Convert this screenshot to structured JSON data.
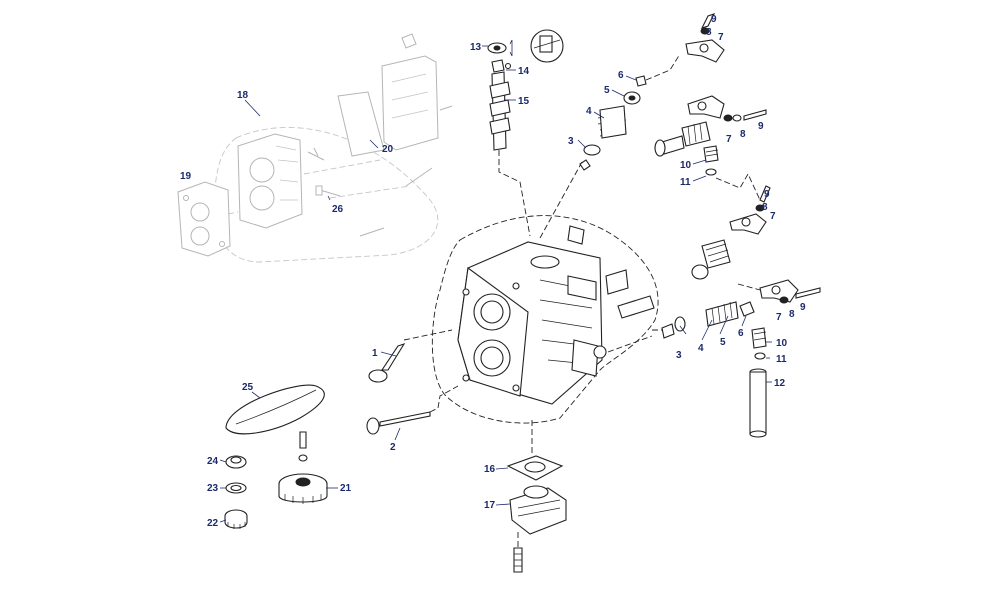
{
  "colors": {
    "callout": "#1b2a6b",
    "line": "#222222",
    "ghost": "#b5b5b5"
  },
  "callouts": [
    "1",
    "2",
    "3",
    "4",
    "5",
    "6",
    "7",
    "8",
    "9",
    "10",
    "11",
    "12",
    "13",
    "14",
    "15",
    "16",
    "17",
    "19",
    "18",
    "20",
    "21",
    "22",
    "23",
    "24",
    "25",
    "26",
    "3",
    "4",
    "5",
    "6",
    "7",
    "8",
    "9",
    "10",
    "11",
    "7",
    "8",
    "9",
    "7",
    "8",
    "9"
  ]
}
